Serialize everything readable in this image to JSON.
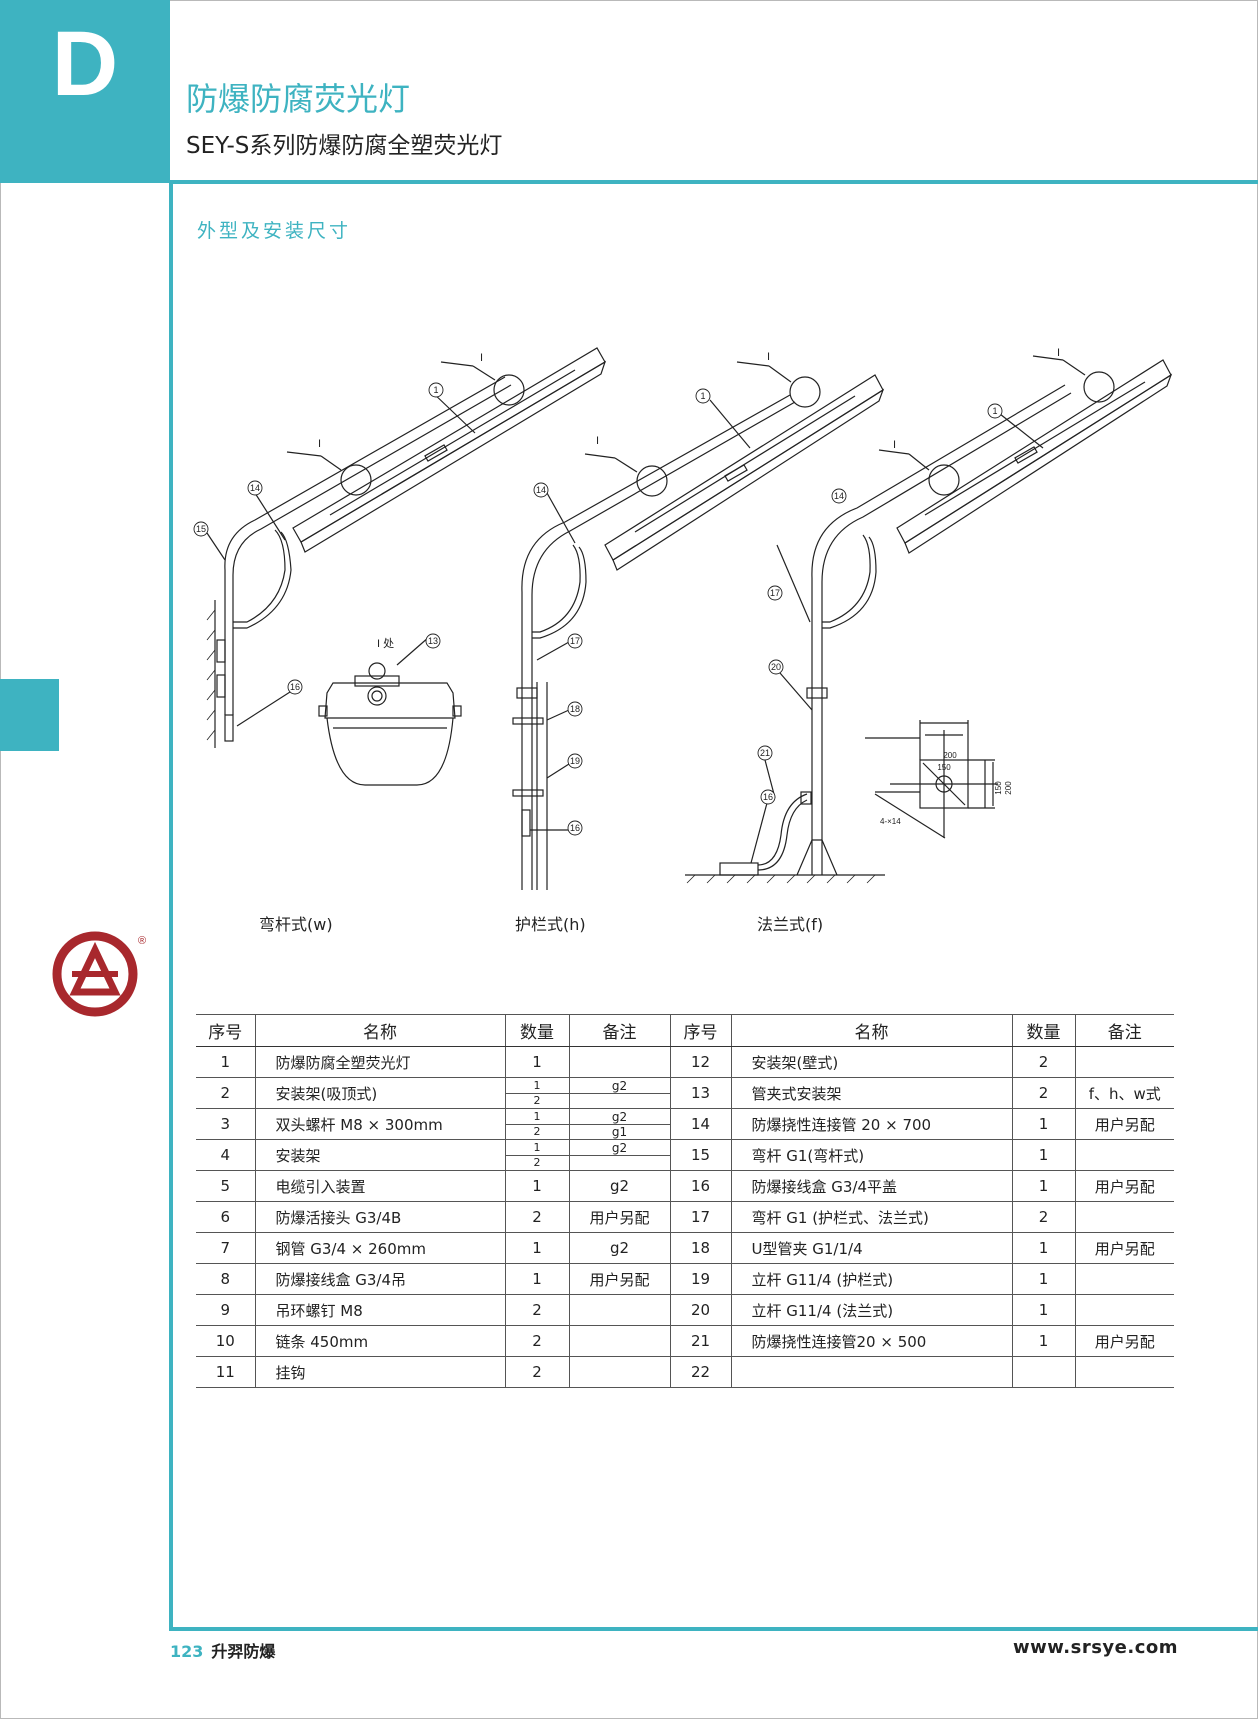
{
  "header": {
    "section_letter": "D",
    "title": "防爆防腐荧光灯",
    "subtitle": "SEY-S系列防爆防腐全塑荧光灯"
  },
  "section_title": "外型及安装尺寸",
  "drawing": {
    "captions": [
      "弯杆式(w)",
      "护栏式(h)",
      "法兰式(f)"
    ],
    "detail_label": "I 处",
    "callout_I": "I",
    "callouts": [
      "1",
      "13",
      "14",
      "15",
      "16",
      "17",
      "18",
      "19",
      "20",
      "21"
    ],
    "dims": {
      "outer": "200",
      "inner": "150",
      "side_inner": "150",
      "side_outer": "200",
      "holes": "4-×14"
    }
  },
  "table": {
    "headers": [
      "序号",
      "名称",
      "数量",
      "备注",
      "序号",
      "名称",
      "数量",
      "备注"
    ],
    "rows": [
      {
        "n1": "1",
        "name1": "防爆防腐全塑荧光灯",
        "q1": "1",
        "r1": "",
        "n2": "12",
        "name2": "安装架(壁式)",
        "q2": "2",
        "r2": ""
      },
      {
        "n1": "2",
        "name1": "安装架(吸顶式)",
        "q1a": "1",
        "q1b": "2",
        "r1a": "g2",
        "r1b": "",
        "n2": "13",
        "name2": "管夹式安装架",
        "q2": "2",
        "r2": "f、h、w式"
      },
      {
        "n1": "3",
        "name1": "双头螺杆 M8 × 300mm",
        "q1a": "1",
        "q1b": "2",
        "r1a": "g2",
        "r1b": "g1",
        "n2": "14",
        "name2": "防爆挠性连接管 20 × 700",
        "q2": "1",
        "r2": "用户另配"
      },
      {
        "n1": "4",
        "name1": "安装架",
        "q1a": "1",
        "q1b": "2",
        "r1a": "g2",
        "r1b": "",
        "n2": "15",
        "name2": "弯杆 G1(弯杆式)",
        "q2": "1",
        "r2": ""
      },
      {
        "n1": "5",
        "name1": "电缆引入装置",
        "q1": "1",
        "r1": "g2",
        "n2": "16",
        "name2": "防爆接线盒 G3/4平盖",
        "q2": "1",
        "r2": "用户另配"
      },
      {
        "n1": "6",
        "name1": "防爆活接头 G3/4B",
        "q1": "2",
        "r1": "用户另配",
        "n2": "17",
        "name2": "弯杆 G1 (护栏式、法兰式)",
        "q2": "2",
        "r2": ""
      },
      {
        "n1": "7",
        "name1": "钢管 G3/4 × 260mm",
        "q1": "1",
        "r1": "g2",
        "n2": "18",
        "name2": "U型管夹 G1/1/4",
        "q2": "1",
        "r2": "用户另配"
      },
      {
        "n1": "8",
        "name1": "防爆接线盒 G3/4吊",
        "q1": "1",
        "r1": "用户另配",
        "n2": "19",
        "name2": "立杆 G11/4 (护栏式)",
        "q2": "1",
        "r2": ""
      },
      {
        "n1": "9",
        "name1": "吊环螺钉 M8",
        "q1": "2",
        "r1": "",
        "n2": "20",
        "name2": "立杆 G11/4 (法兰式)",
        "q2": "1",
        "r2": ""
      },
      {
        "n1": "10",
        "name1": "链条 450mm",
        "q1": "2",
        "r1": "",
        "n2": "21",
        "name2": "防爆挠性连接管20 × 500",
        "q2": "1",
        "r2": "用户另配"
      },
      {
        "n1": "11",
        "name1": "挂钩",
        "q1": "2",
        "r1": "",
        "n2": "22",
        "name2": "",
        "q2": "",
        "r2": ""
      }
    ]
  },
  "logo": {
    "registered": "®"
  },
  "footer": {
    "page_number": "123",
    "company": "升羿防爆",
    "url": "www.srsye.com"
  },
  "colors": {
    "accent": "#3eb3c1",
    "logo_red": "#a8282d"
  }
}
